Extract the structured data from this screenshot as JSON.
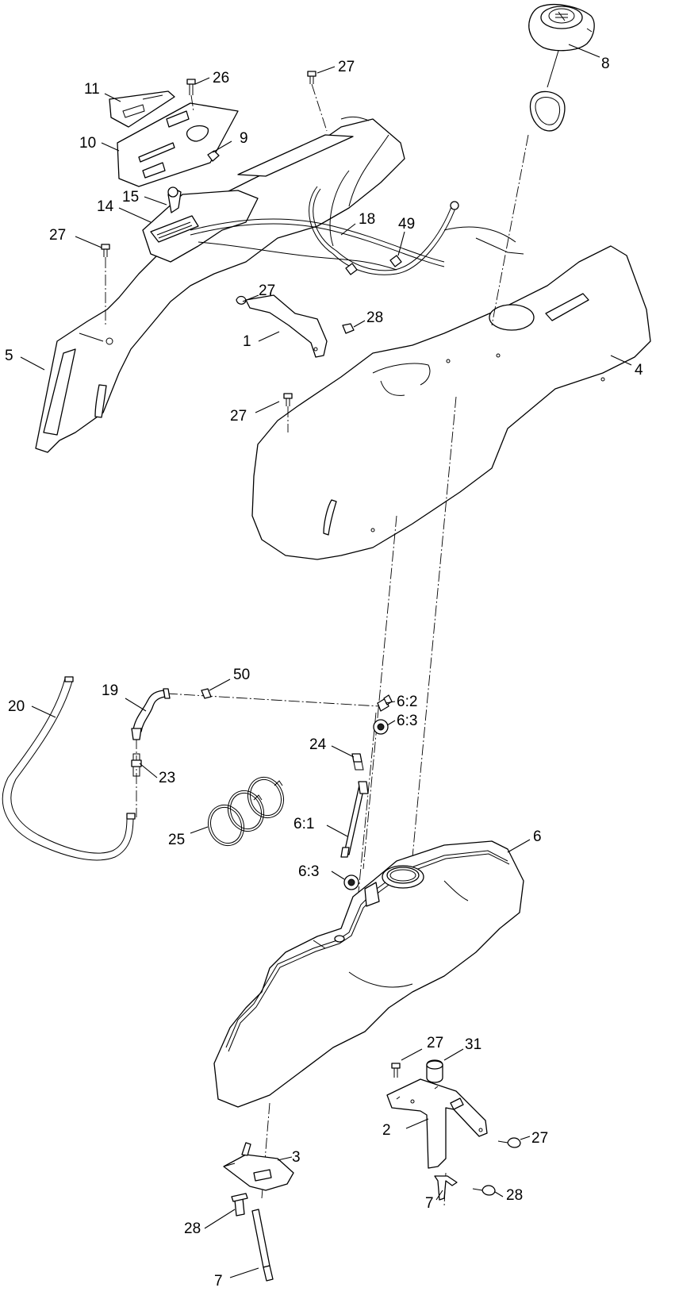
{
  "diagram": {
    "type": "exploded-parts-view",
    "callouts": [
      {
        "id": "c8",
        "label": "8"
      },
      {
        "id": "c27a",
        "label": "27"
      },
      {
        "id": "c26",
        "label": "26"
      },
      {
        "id": "c11",
        "label": "11"
      },
      {
        "id": "c10",
        "label": "10"
      },
      {
        "id": "c9",
        "label": "9"
      },
      {
        "id": "c15",
        "label": "15"
      },
      {
        "id": "c14",
        "label": "14"
      },
      {
        "id": "c18",
        "label": "18"
      },
      {
        "id": "c49",
        "label": "49"
      },
      {
        "id": "c27b",
        "label": "27"
      },
      {
        "id": "c27c",
        "label": "27"
      },
      {
        "id": "c28a",
        "label": "28"
      },
      {
        "id": "c1",
        "label": "1"
      },
      {
        "id": "c5",
        "label": "5"
      },
      {
        "id": "c4",
        "label": "4"
      },
      {
        "id": "c27d",
        "label": "27"
      },
      {
        "id": "c19",
        "label": "19"
      },
      {
        "id": "c50",
        "label": "50"
      },
      {
        "id": "c20",
        "label": "20"
      },
      {
        "id": "c62",
        "label": "6:2"
      },
      {
        "id": "c63a",
        "label": "6:3"
      },
      {
        "id": "c24",
        "label": "24"
      },
      {
        "id": "c23",
        "label": "23"
      },
      {
        "id": "c61",
        "label": "6:1"
      },
      {
        "id": "c25",
        "label": "25"
      },
      {
        "id": "c6",
        "label": "6"
      },
      {
        "id": "c63b",
        "label": "6:3"
      },
      {
        "id": "c27e",
        "label": "27"
      },
      {
        "id": "c31",
        "label": "31"
      },
      {
        "id": "c2",
        "label": "2"
      },
      {
        "id": "c27f",
        "label": "27"
      },
      {
        "id": "c3",
        "label": "3"
      },
      {
        "id": "c7a",
        "label": "7"
      },
      {
        "id": "c28b",
        "label": "28"
      },
      {
        "id": "c28c",
        "label": "28"
      },
      {
        "id": "c7b",
        "label": "7"
      }
    ]
  }
}
